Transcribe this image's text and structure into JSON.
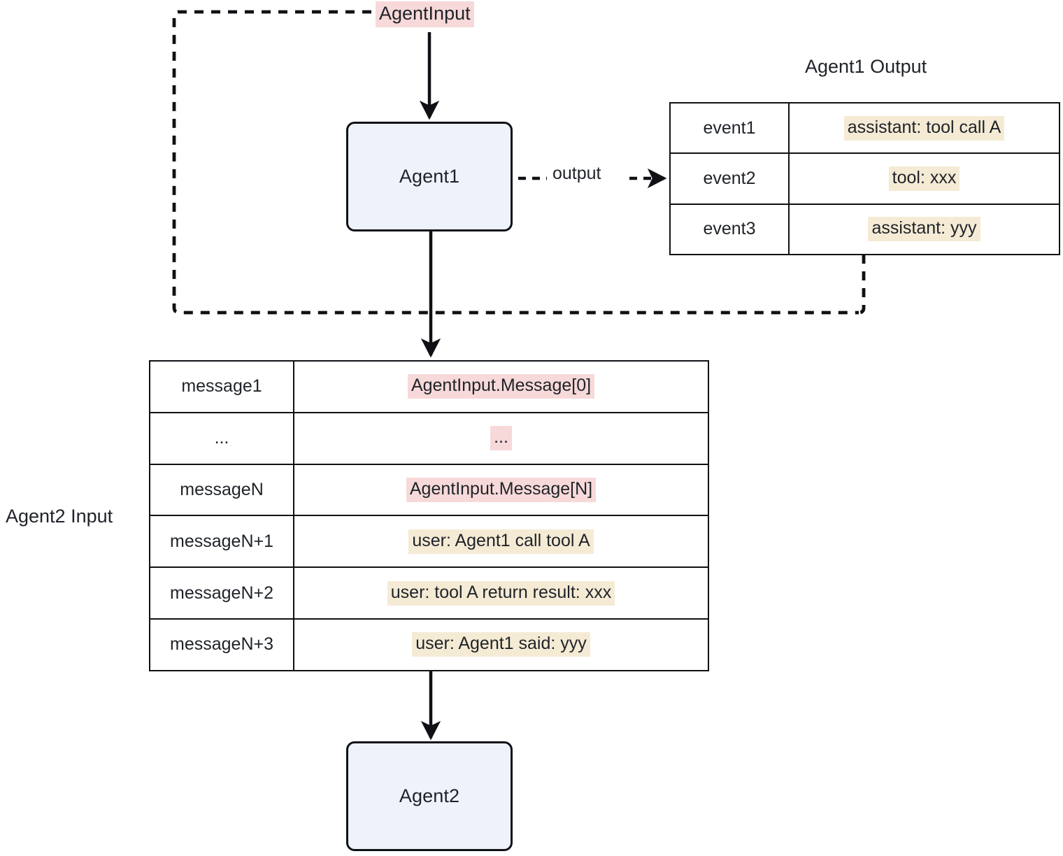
{
  "diagram": {
    "title_labels": {
      "agent1_output": "Agent1 Output",
      "agent2_input": "Agent2 Input"
    },
    "nodes": [
      {
        "id": "agent1",
        "label": "Agent1"
      },
      {
        "id": "agent2",
        "label": "Agent2"
      }
    ],
    "floating_labels": {
      "agent_input": "AgentInput",
      "output_edge": "output"
    },
    "colors": {
      "node_fill": "#eef2fb",
      "node_stroke": "#0f1115",
      "highlight_pink": "#f7d9d9",
      "highlight_cream": "#f5ebd5",
      "text": "#1f2329",
      "table_border": "#0f1115",
      "background": "#ffffff"
    },
    "agent1_output_table": {
      "rows": [
        {
          "key": "event1",
          "value": "assistant: tool call A",
          "highlight": "cream"
        },
        {
          "key": "event2",
          "value": "tool: xxx",
          "highlight": "cream"
        },
        {
          "key": "event3",
          "value": "assistant: yyy",
          "highlight": "cream"
        }
      ]
    },
    "agent2_input_table": {
      "rows": [
        {
          "key": "message1",
          "value": "AgentInput.Message[0]",
          "highlight": "pink"
        },
        {
          "key": "...",
          "value": "...",
          "highlight": "pink"
        },
        {
          "key": "messageN",
          "value": "AgentInput.Message[N]",
          "highlight": "pink"
        },
        {
          "key": "messageN+1",
          "value": "user: Agent1 call tool A",
          "highlight": "cream"
        },
        {
          "key": "messageN+2",
          "value": "user: tool A return result: xxx",
          "highlight": "cream"
        },
        {
          "key": "messageN+3",
          "value": "user: Agent1 said: yyy",
          "highlight": "cream"
        }
      ]
    },
    "edges": [
      {
        "from": "AgentInput",
        "to": "Agent1",
        "style": "solid"
      },
      {
        "from": "Agent1",
        "to": "Agent2 Input",
        "style": "solid"
      },
      {
        "from": "Agent2 Input",
        "to": "Agent2",
        "style": "solid"
      },
      {
        "from": "Agent1",
        "to": "Agent1 Output",
        "style": "dashed",
        "label": "output"
      },
      {
        "from": "AgentInput",
        "to": "Agent2 Input join",
        "style": "dashed"
      },
      {
        "from": "Agent1 Output",
        "to": "Agent2 Input join",
        "style": "dashed"
      }
    ]
  }
}
